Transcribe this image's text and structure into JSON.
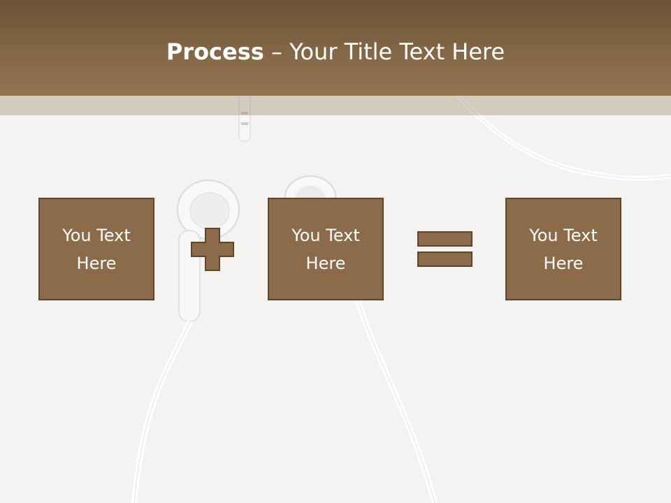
{
  "title": {
    "bold": "Process",
    "rest": " – Your Title Text Here"
  },
  "boxes": [
    {
      "text": "You Text Here"
    },
    {
      "text": "You Text Here"
    },
    {
      "text": "You Text Here"
    }
  ],
  "operators": [
    "plus-icon",
    "equals-icon"
  ],
  "colors": {
    "header": "#8a6c4a",
    "box_fill": "#8b6b49",
    "box_border": "#5f4529",
    "background": "#f4f3f1"
  }
}
